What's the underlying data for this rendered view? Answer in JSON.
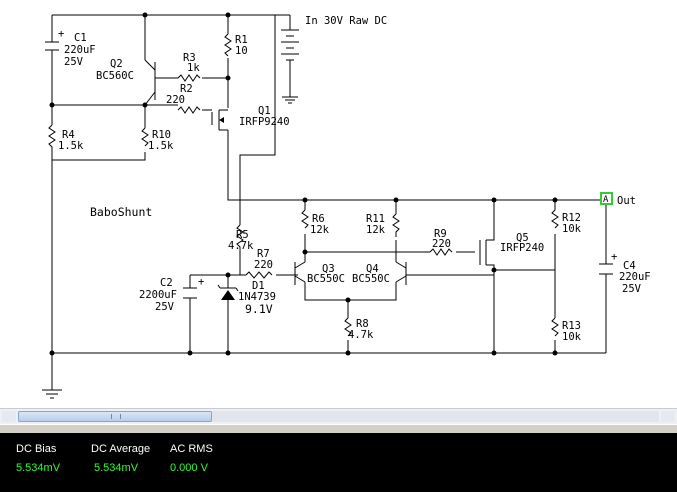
{
  "schematic": {
    "title": "BaboShunt",
    "input_label": "In 30V Raw DC",
    "output_label": "Out",
    "probe_letter": "A",
    "components": [
      {
        "id": "c1",
        "ref": "C1",
        "value": "220uF",
        "rating": "25V"
      },
      {
        "id": "q2",
        "ref": "Q2",
        "value": "BC560C"
      },
      {
        "id": "r3",
        "ref": "R3",
        "value": "1k"
      },
      {
        "id": "r1",
        "ref": "R1",
        "value": "10"
      },
      {
        "id": "r2",
        "ref": "R2",
        "value": "220"
      },
      {
        "id": "q1",
        "ref": "Q1",
        "value": "IRFP9240"
      },
      {
        "id": "r4",
        "ref": "R4",
        "value": "1.5k"
      },
      {
        "id": "r10",
        "ref": "R10",
        "value": "1.5k"
      },
      {
        "id": "r5",
        "ref": "R5",
        "value": "4.7k"
      },
      {
        "id": "r6",
        "ref": "R6",
        "value": "12k"
      },
      {
        "id": "r11",
        "ref": "R11",
        "value": "12k"
      },
      {
        "id": "r9",
        "ref": "R9",
        "value": "220"
      },
      {
        "id": "q5",
        "ref": "Q5",
        "value": "IRFP240"
      },
      {
        "id": "r12",
        "ref": "R12",
        "value": "10k"
      },
      {
        "id": "c4",
        "ref": "C4",
        "value": "220uF",
        "rating": "25V"
      },
      {
        "id": "r7",
        "ref": "R7",
        "value": "220"
      },
      {
        "id": "d1",
        "ref": "D1",
        "value": "1N4739",
        "rating": "9.1V"
      },
      {
        "id": "c2",
        "ref": "C2",
        "value": "2200uF",
        "rating": "25V"
      },
      {
        "id": "q3",
        "ref": "Q3",
        "value": "BC550C"
      },
      {
        "id": "q4",
        "ref": "Q4",
        "value": "BC550C"
      },
      {
        "id": "r8",
        "ref": "R8",
        "value": "4.7k"
      },
      {
        "id": "r13",
        "ref": "R13",
        "value": "10k"
      }
    ]
  },
  "readout": {
    "dc_bias": {
      "label": "DC Bias",
      "value": "5.534mV"
    },
    "dc_average": {
      "label": "DC Average",
      "value": "5.534mV"
    },
    "ac_rms": {
      "label": "AC RMS",
      "value": "0.000 V"
    }
  },
  "colors": {
    "wire": "#000000",
    "probe": "#33cc33",
    "readout_bg": "#000000",
    "readout_label": "#ffffff",
    "readout_value": "#2bff2b"
  }
}
